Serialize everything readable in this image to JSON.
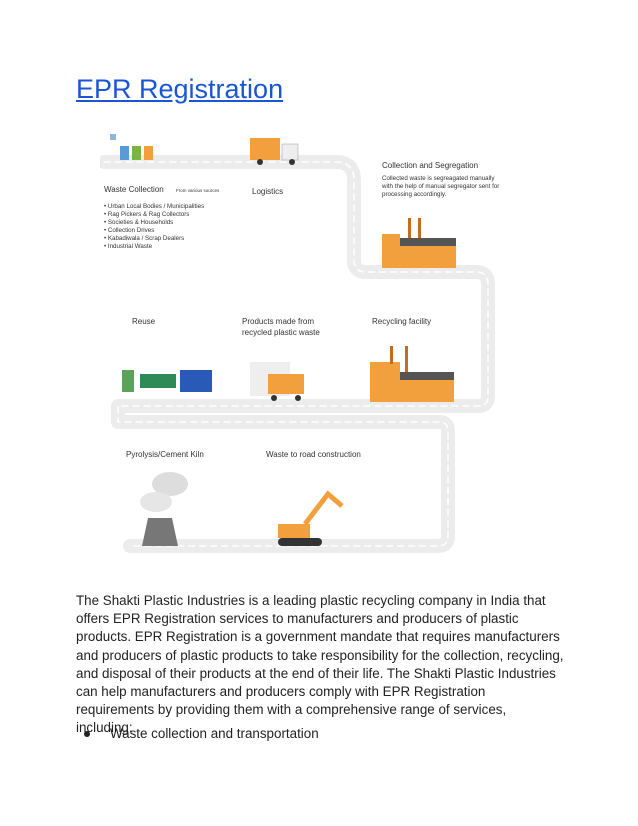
{
  "title": "EPR Registration",
  "infographic": {
    "waste_collection": {
      "title": "Waste Collection",
      "subtitle": "From various sources",
      "items": [
        "• Urban Local Bodies / Municipalities",
        "• Rag Pickers & Rag Collectors",
        "• Societies & Households",
        "• Collection Drives",
        "• Kabadiwala / Scrap Dealers",
        "• Industrial Waste"
      ]
    },
    "logistics": "Logistics",
    "collection": {
      "title": "Collection and Segregation",
      "desc": [
        "Collected waste is segreagated manually",
        "with the help of manual segregator sent for",
        "processing accordingly."
      ]
    },
    "reuse": "Reuse",
    "products": [
      "Products made from",
      "recycled plastic waste"
    ],
    "recycling": "Recycling facility",
    "pyrolysis": "Pyrolysis/Cement Kiln",
    "road": "Waste to road construction"
  },
  "paragraph": "The Shakti Plastic Industries is a leading plastic recycling company in India that offers EPR Registration services to manufacturers and producers of plastic products. EPR Registration is a government mandate that requires manufacturers and producers of plastic products to take responsibility for the collection, recycling, and disposal of their products at the end of their life. The Shakti Plastic Industries can help manufacturers and producers comply with EPR Registration requirements by providing them with a comprehensive range of services, including:",
  "bullets": [
    "Waste collection and transportation"
  ],
  "colors": {
    "link": "#1a55d6",
    "orange": "#f2a03d",
    "road": "#eeeeee"
  }
}
